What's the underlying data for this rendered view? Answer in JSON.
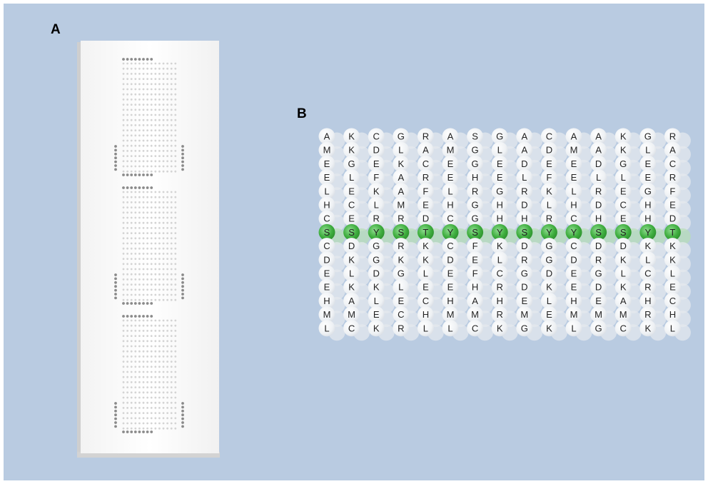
{
  "panels": {
    "a_label": "A",
    "b_label": "B"
  },
  "colors": {
    "background": "#b9cbe1",
    "highlight": "#3fae3f",
    "spot": "#e9ecef"
  },
  "array_grid": {
    "highlight_row_index": 7,
    "columns": [
      [
        "A",
        "M",
        "E",
        "E",
        "L",
        "H",
        "C",
        "S",
        "C",
        "D",
        "E",
        "E",
        "H",
        "M",
        "L"
      ],
      [
        "K",
        "K",
        "G",
        "L",
        "E",
        "C",
        "E",
        "S",
        "D",
        "K",
        "L",
        "K",
        "A",
        "M",
        "C"
      ],
      [
        "C",
        "D",
        "E",
        "F",
        "K",
        "L",
        "R",
        "Y",
        "G",
        "G",
        "D",
        "K",
        "L",
        "E",
        "K"
      ],
      [
        "G",
        "L",
        "K",
        "A",
        "A",
        "M",
        "R",
        "S",
        "R",
        "K",
        "G",
        "L",
        "E",
        "C",
        "R"
      ],
      [
        "R",
        "A",
        "C",
        "R",
        "F",
        "E",
        "D",
        "T",
        "K",
        "K",
        "L",
        "E",
        "C",
        "H",
        "L"
      ],
      [
        "A",
        "M",
        "E",
        "E",
        "L",
        "H",
        "C",
        "Y",
        "C",
        "D",
        "E",
        "E",
        "H",
        "M",
        "L"
      ],
      [
        "S",
        "G",
        "G",
        "H",
        "R",
        "G",
        "G",
        "S",
        "F",
        "E",
        "F",
        "H",
        "A",
        "M",
        "C"
      ],
      [
        "G",
        "L",
        "E",
        "E",
        "G",
        "H",
        "H",
        "Y",
        "K",
        "L",
        "C",
        "R",
        "H",
        "R",
        "K"
      ],
      [
        "A",
        "A",
        "D",
        "L",
        "R",
        "D",
        "H",
        "S",
        "D",
        "R",
        "G",
        "D",
        "E",
        "M",
        "G"
      ],
      [
        "C",
        "D",
        "E",
        "F",
        "K",
        "L",
        "R",
        "Y",
        "G",
        "G",
        "D",
        "K",
        "L",
        "E",
        "K"
      ],
      [
        "A",
        "M",
        "E",
        "E",
        "L",
        "H",
        "C",
        "Y",
        "C",
        "D",
        "E",
        "E",
        "H",
        "M",
        "L"
      ],
      [
        "A",
        "A",
        "D",
        "L",
        "R",
        "D",
        "H",
        "S",
        "D",
        "R",
        "G",
        "D",
        "E",
        "M",
        "G"
      ],
      [
        "K",
        "K",
        "G",
        "L",
        "E",
        "C",
        "E",
        "S",
        "D",
        "K",
        "L",
        "K",
        "A",
        "M",
        "C"
      ],
      [
        "G",
        "L",
        "E",
        "E",
        "G",
        "H",
        "H",
        "Y",
        "K",
        "L",
        "C",
        "R",
        "H",
        "R",
        "K"
      ],
      [
        "R",
        "A",
        "C",
        "R",
        "F",
        "E",
        "D",
        "T",
        "K",
        "K",
        "L",
        "E",
        "C",
        "H",
        "L"
      ]
    ]
  }
}
